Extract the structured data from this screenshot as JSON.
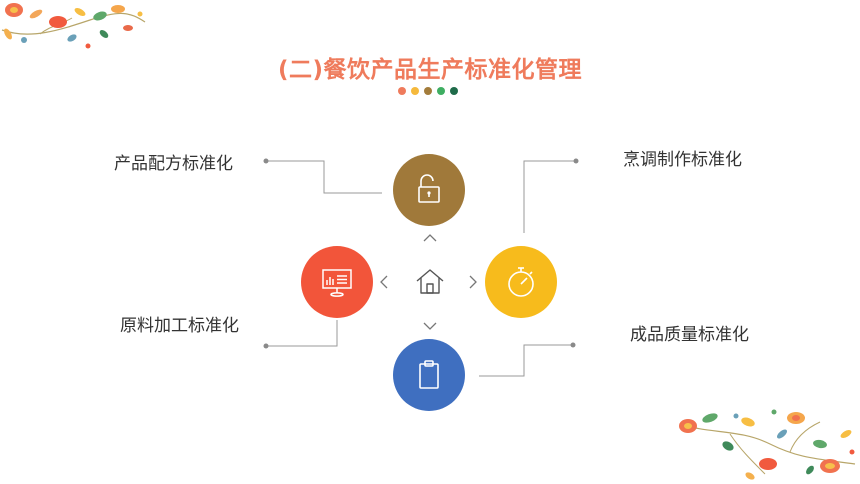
{
  "title": "(二)餐饮产品生产标准化管理",
  "dot_colors": [
    "#ef7b5c",
    "#f5b93c",
    "#a37c3b",
    "#3fae62",
    "#1f6b4a"
  ],
  "items": [
    {
      "label": "产品配方标准化",
      "color": "#a0793a",
      "icon": "unlock-icon"
    },
    {
      "label": "烹调制作标准化",
      "color": "#f7bb1c",
      "icon": "stopwatch-icon"
    },
    {
      "label": "原料加工标准化",
      "color": "#f2553a",
      "icon": "presentation-board-icon"
    },
    {
      "label": "成品质量标准化",
      "color": "#3f6fc0",
      "icon": "clipboard-icon"
    }
  ],
  "center_icon": "home-icon"
}
